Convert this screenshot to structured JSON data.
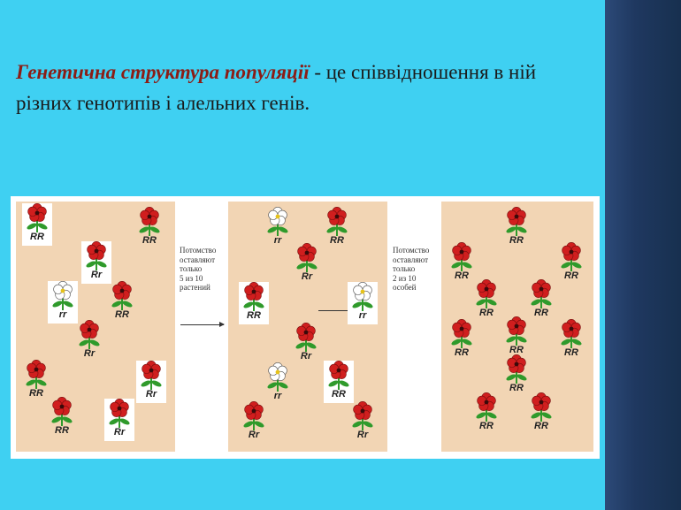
{
  "heading": {
    "term": "Генетична структура популяції",
    "definition": " - це співвідношення в ній різних генотипів і алельних генів."
  },
  "figure": {
    "notes": [
      {
        "lines": [
          "Потомство",
          "оставляют",
          "только",
          "5 из 10",
          "растений"
        ]
      },
      {
        "lines": [
          "Потомство",
          "оставляют",
          "только",
          "2 из 10",
          "особей"
        ]
      }
    ],
    "panels": [
      {
        "plants": [
          {
            "genotype": "RR",
            "color": "red",
            "highlight": true
          },
          {
            "genotype": "RR",
            "color": "red",
            "highlight": false
          },
          {
            "genotype": "Rr",
            "color": "red",
            "highlight": true
          },
          {
            "genotype": "rr",
            "color": "white",
            "highlight": true
          },
          {
            "genotype": "RR",
            "color": "red",
            "highlight": false
          },
          {
            "genotype": "Rr",
            "color": "red",
            "highlight": false
          },
          {
            "genotype": "RR",
            "color": "red",
            "highlight": false
          },
          {
            "genotype": "Rr",
            "color": "red",
            "highlight": true
          },
          {
            "genotype": "RR",
            "color": "red",
            "highlight": false
          },
          {
            "genotype": "Rr",
            "color": "red",
            "highlight": true
          }
        ]
      },
      {
        "plants": [
          {
            "genotype": "rr",
            "color": "white",
            "highlight": false
          },
          {
            "genotype": "RR",
            "color": "red",
            "highlight": false
          },
          {
            "genotype": "Rr",
            "color": "red",
            "highlight": false
          },
          {
            "genotype": "RR",
            "color": "red",
            "highlight": true
          },
          {
            "genotype": "rr",
            "color": "white",
            "highlight": true
          },
          {
            "genotype": "Rr",
            "color": "red",
            "highlight": false
          },
          {
            "genotype": "rr",
            "color": "white",
            "highlight": false
          },
          {
            "genotype": "RR",
            "color": "red",
            "highlight": true
          },
          {
            "genotype": "Rr",
            "color": "red",
            "highlight": false
          },
          {
            "genotype": "Rr",
            "color": "red",
            "highlight": false
          }
        ]
      },
      {
        "plants": [
          {
            "genotype": "RR",
            "color": "red",
            "highlight": false
          },
          {
            "genotype": "RR",
            "color": "red",
            "highlight": false
          },
          {
            "genotype": "RR",
            "color": "red",
            "highlight": false
          },
          {
            "genotype": "RR",
            "color": "red",
            "highlight": false
          },
          {
            "genotype": "RR",
            "color": "red",
            "highlight": false
          },
          {
            "genotype": "RR",
            "color": "red",
            "highlight": false
          },
          {
            "genotype": "RR",
            "color": "red",
            "highlight": false
          },
          {
            "genotype": "RR",
            "color": "red",
            "highlight": false
          },
          {
            "genotype": "RR",
            "color": "red",
            "highlight": false
          },
          {
            "genotype": "RR",
            "color": "red",
            "highlight": false
          },
          {
            "genotype": "RR",
            "color": "red",
            "highlight": false
          }
        ]
      }
    ]
  },
  "colors": {
    "background": "#3fd0f2",
    "petal_red": "#d01e1e",
    "petal_white": "#ffffff",
    "leaf": "#2f9a2b",
    "panel": "#f2d5b4"
  }
}
